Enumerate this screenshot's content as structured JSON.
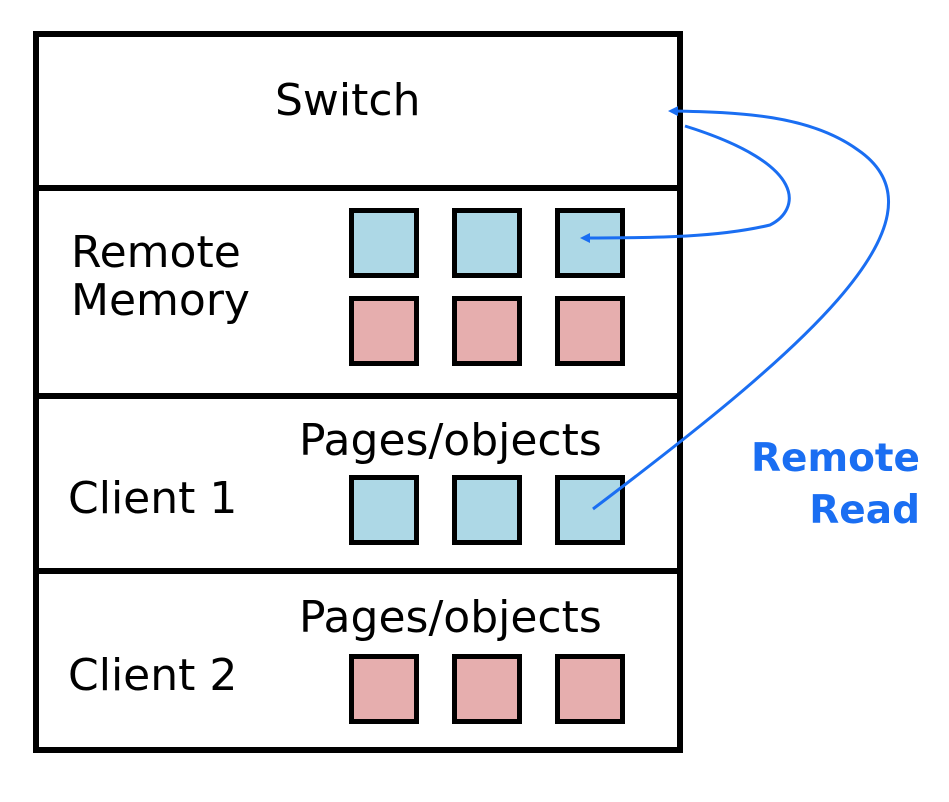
{
  "colors": {
    "border": "#000000",
    "blue_block": "#add8e6",
    "red_block": "#e6aeae",
    "arrow": "#1a6ef2"
  },
  "switch": {
    "label": "Switch"
  },
  "remote_memory": {
    "label": "Remote\nMemory",
    "blocks": [
      [
        "blue",
        "blue",
        "blue"
      ],
      [
        "red",
        "red",
        "red"
      ]
    ]
  },
  "client1": {
    "label": "Client 1",
    "caption": "Pages/objects",
    "blocks": [
      "blue",
      "blue",
      "blue"
    ]
  },
  "client2": {
    "label": "Client 2",
    "caption": "Pages/objects",
    "blocks": [
      "red",
      "red",
      "red"
    ]
  },
  "annotation": {
    "text": "Remote\nRead"
  }
}
